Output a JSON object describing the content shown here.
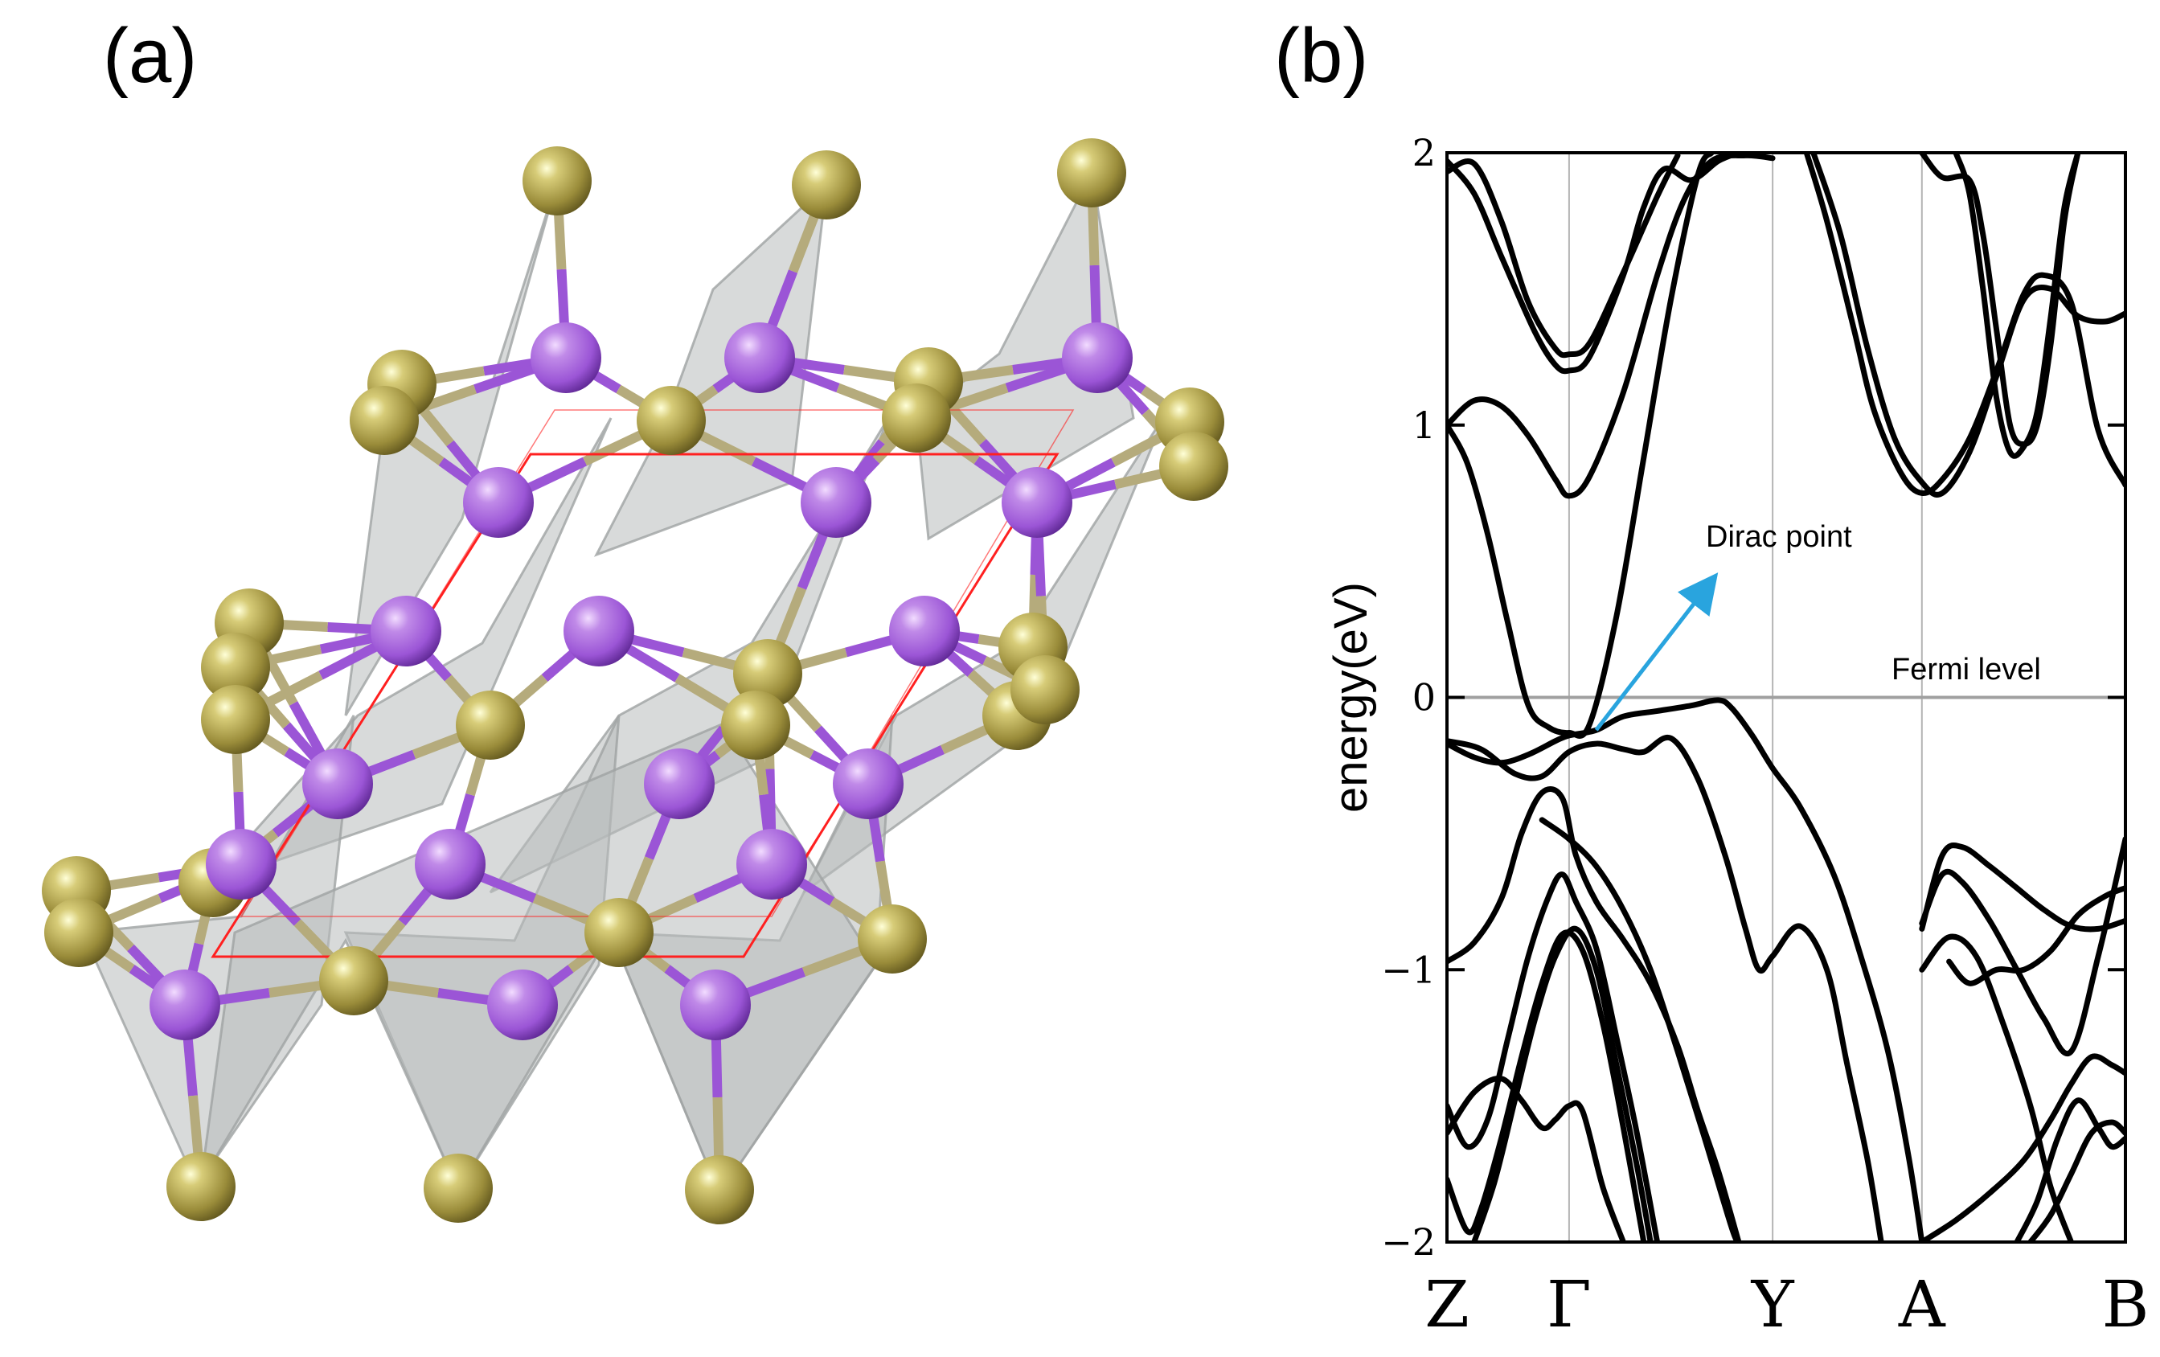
{
  "panels": {
    "a_label": "(a)",
    "b_label": "(b)"
  },
  "structure": {
    "colors": {
      "anion_atom": "#9a8c3a",
      "cation_atom": "#9b55d6",
      "polyhedron": "#b8bcbc",
      "unit_cell": "#ff2020"
    }
  },
  "chart_data": {
    "type": "line",
    "title": "",
    "xlabel": "",
    "ylabel": "energy(eV)",
    "ylim": [
      -2,
      2
    ],
    "yticks": [
      2,
      1,
      0,
      -1,
      -2
    ],
    "ytick_labels": [
      "2",
      "1",
      "0",
      "−1",
      "−2"
    ],
    "kpath_labels": [
      "Z",
      "Γ",
      "Y",
      "A",
      "B"
    ],
    "kpath_positions": [
      0.0,
      0.18,
      0.48,
      0.7,
      1.0
    ],
    "fermi_level": 0,
    "annotations": [
      {
        "text": "Dirac point",
        "target_k": 0.22,
        "target_e": -0.12
      },
      {
        "text": "Fermi level"
      }
    ],
    "colors": {
      "bands": "#000000",
      "fermi_line": "#a0a0a0",
      "arrow": "#29a4de"
    },
    "series": [
      {
        "points": [
          [
            0.0,
            1.0
          ],
          [
            0.04,
            1.09
          ],
          [
            0.08,
            1.07
          ],
          [
            0.12,
            0.96
          ],
          [
            0.16,
            0.8
          ],
          [
            0.18,
            0.74
          ],
          [
            0.21,
            0.81
          ],
          [
            0.26,
            1.12
          ],
          [
            0.31,
            1.55
          ],
          [
            0.35,
            1.83
          ],
          [
            0.39,
            1.97
          ],
          [
            0.44,
            1.99
          ],
          [
            0.48,
            1.98
          ]
        ]
      },
      {
        "points": [
          [
            0.0,
            1.93
          ],
          [
            0.04,
            1.96
          ],
          [
            0.08,
            1.75
          ],
          [
            0.12,
            1.45
          ],
          [
            0.16,
            1.28
          ],
          [
            0.18,
            1.26
          ],
          [
            0.21,
            1.3
          ],
          [
            0.26,
            1.56
          ],
          [
            0.31,
            1.84
          ],
          [
            0.34,
            1.99
          ]
        ]
      },
      {
        "points": [
          [
            0.0,
            1.97
          ],
          [
            0.04,
            1.85
          ],
          [
            0.08,
            1.62
          ],
          [
            0.13,
            1.34
          ],
          [
            0.16,
            1.22
          ],
          [
            0.18,
            1.2
          ],
          [
            0.21,
            1.25
          ],
          [
            0.26,
            1.55
          ],
          [
            0.29,
            1.8
          ],
          [
            0.32,
            1.94
          ],
          [
            0.36,
            1.9
          ],
          [
            0.4,
            1.97
          ],
          [
            0.43,
            2.0
          ]
        ]
      },
      {
        "points": [
          [
            0.0,
            1.0
          ],
          [
            0.03,
            0.86
          ],
          [
            0.06,
            0.6
          ],
          [
            0.09,
            0.27
          ],
          [
            0.12,
            -0.03
          ],
          [
            0.15,
            -0.11
          ],
          [
            0.18,
            -0.13
          ],
          [
            0.21,
            -0.1
          ],
          [
            0.25,
            0.3
          ],
          [
            0.29,
            0.88
          ],
          [
            0.33,
            1.46
          ],
          [
            0.37,
            1.92
          ],
          [
            0.39,
            2.0
          ]
        ]
      },
      {
        "points": [
          [
            0.0,
            -0.17
          ],
          [
            0.04,
            -0.22
          ],
          [
            0.08,
            -0.24
          ],
          [
            0.12,
            -0.21
          ],
          [
            0.16,
            -0.16
          ],
          [
            0.18,
            -0.14
          ],
          [
            0.22,
            -0.12
          ],
          [
            0.26,
            -0.07
          ],
          [
            0.31,
            -0.05
          ],
          [
            0.36,
            -0.03
          ],
          [
            0.4,
            -0.01
          ],
          [
            0.42,
            -0.04
          ],
          [
            0.45,
            -0.14
          ],
          [
            0.48,
            -0.26
          ],
          [
            0.52,
            -0.4
          ],
          [
            0.57,
            -0.65
          ],
          [
            0.61,
            -0.95
          ],
          [
            0.65,
            -1.3
          ],
          [
            0.68,
            -1.68
          ],
          [
            0.7,
            -2.0
          ]
        ]
      },
      {
        "points": [
          [
            0.0,
            -0.16
          ],
          [
            0.05,
            -0.19
          ],
          [
            0.1,
            -0.28
          ],
          [
            0.14,
            -0.29
          ],
          [
            0.18,
            -0.2
          ],
          [
            0.22,
            -0.17
          ],
          [
            0.26,
            -0.19
          ],
          [
            0.29,
            -0.2
          ],
          [
            0.33,
            -0.15
          ],
          [
            0.37,
            -0.3
          ],
          [
            0.41,
            -0.58
          ],
          [
            0.44,
            -0.85
          ],
          [
            0.46,
            -1.0
          ],
          [
            0.48,
            -0.95
          ],
          [
            0.52,
            -0.84
          ],
          [
            0.56,
            -1.0
          ],
          [
            0.59,
            -1.35
          ],
          [
            0.62,
            -1.7
          ],
          [
            0.64,
            -2.0
          ]
        ]
      },
      {
        "points": [
          [
            0.0,
            -0.97
          ],
          [
            0.04,
            -0.9
          ],
          [
            0.08,
            -0.74
          ],
          [
            0.11,
            -0.5
          ],
          [
            0.14,
            -0.35
          ],
          [
            0.17,
            -0.37
          ],
          [
            0.19,
            -0.58
          ],
          [
            0.22,
            -0.75
          ],
          [
            0.26,
            -0.89
          ],
          [
            0.3,
            -1.05
          ],
          [
            0.34,
            -1.28
          ],
          [
            0.37,
            -1.52
          ],
          [
            0.4,
            -1.74
          ],
          [
            0.43,
            -2.0
          ]
        ]
      },
      {
        "points": [
          [
            0.0,
            -1.5
          ],
          [
            0.03,
            -1.65
          ],
          [
            0.06,
            -1.55
          ],
          [
            0.09,
            -1.25
          ],
          [
            0.12,
            -0.95
          ],
          [
            0.15,
            -0.73
          ],
          [
            0.17,
            -0.65
          ],
          [
            0.19,
            -0.75
          ],
          [
            0.22,
            -0.92
          ],
          [
            0.25,
            -1.25
          ],
          [
            0.28,
            -1.6
          ],
          [
            0.31,
            -2.0
          ]
        ]
      },
      {
        "points": [
          [
            0.0,
            -1.6
          ],
          [
            0.04,
            -1.45
          ],
          [
            0.08,
            -1.4
          ],
          [
            0.11,
            -1.48
          ],
          [
            0.14,
            -1.58
          ],
          [
            0.16,
            -1.55
          ],
          [
            0.18,
            -1.5
          ],
          [
            0.2,
            -1.52
          ],
          [
            0.23,
            -1.8
          ],
          [
            0.26,
            -2.0
          ]
        ]
      },
      {
        "points": [
          [
            0.0,
            -1.77
          ],
          [
            0.03,
            -1.96
          ],
          [
            0.05,
            -1.88
          ],
          [
            0.08,
            -1.62
          ],
          [
            0.11,
            -1.32
          ],
          [
            0.14,
            -1.05
          ],
          [
            0.17,
            -0.87
          ],
          [
            0.2,
            -0.93
          ],
          [
            0.23,
            -1.2
          ],
          [
            0.26,
            -1.58
          ],
          [
            0.29,
            -2.0
          ]
        ]
      },
      {
        "points": [
          [
            0.04,
            -2.0
          ],
          [
            0.07,
            -1.78
          ],
          [
            0.1,
            -1.48
          ],
          [
            0.13,
            -1.18
          ],
          [
            0.16,
            -0.95
          ],
          [
            0.19,
            -0.85
          ],
          [
            0.22,
            -1.0
          ],
          [
            0.25,
            -1.35
          ],
          [
            0.28,
            -1.72
          ],
          [
            0.3,
            -2.0
          ]
        ]
      },
      {
        "points": [
          [
            0.14,
            -0.45
          ],
          [
            0.18,
            -0.52
          ],
          [
            0.22,
            -0.62
          ],
          [
            0.26,
            -0.78
          ],
          [
            0.3,
            -1.0
          ],
          [
            0.34,
            -1.3
          ],
          [
            0.38,
            -1.62
          ],
          [
            0.42,
            -1.95
          ],
          [
            0.43,
            -2.0
          ]
        ]
      },
      {
        "points": [
          [
            0.53,
            2.0
          ],
          [
            0.56,
            1.75
          ],
          [
            0.6,
            1.35
          ],
          [
            0.63,
            1.05
          ],
          [
            0.67,
            0.82
          ],
          [
            0.7,
            0.75
          ],
          [
            0.73,
            0.8
          ],
          [
            0.77,
            0.95
          ],
          [
            0.81,
            1.2
          ],
          [
            0.85,
            1.48
          ],
          [
            0.88,
            1.55
          ],
          [
            0.92,
            1.45
          ],
          [
            0.96,
            0.98
          ],
          [
            1.0,
            0.78
          ]
        ]
      },
      {
        "points": [
          [
            0.54,
            2.0
          ],
          [
            0.58,
            1.7
          ],
          [
            0.62,
            1.28
          ],
          [
            0.66,
            0.95
          ],
          [
            0.7,
            0.79
          ],
          [
            0.73,
            0.75
          ],
          [
            0.77,
            0.9
          ],
          [
            0.81,
            1.18
          ],
          [
            0.85,
            1.46
          ],
          [
            0.89,
            1.5
          ],
          [
            0.93,
            1.4
          ],
          [
            0.97,
            1.38
          ],
          [
            1.0,
            1.41
          ]
        ]
      },
      {
        "points": [
          [
            0.7,
            2.0
          ],
          [
            0.73,
            1.91
          ],
          [
            0.77,
            1.9
          ],
          [
            0.79,
            1.7
          ],
          [
            0.81,
            1.35
          ],
          [
            0.83,
            1.0
          ],
          [
            0.85,
            0.93
          ],
          [
            0.87,
            1.0
          ],
          [
            0.89,
            1.3
          ],
          [
            0.91,
            1.75
          ],
          [
            0.93,
            2.0
          ]
        ]
      },
      {
        "points": [
          [
            0.75,
            2.0
          ],
          [
            0.77,
            1.85
          ],
          [
            0.79,
            1.5
          ],
          [
            0.81,
            1.1
          ],
          [
            0.83,
            0.9
          ],
          [
            0.85,
            0.92
          ],
          [
            0.87,
            1.05
          ],
          [
            0.89,
            1.4
          ],
          [
            0.91,
            1.8
          ],
          [
            0.93,
            2.0
          ]
        ]
      },
      {
        "points": [
          [
            0.7,
            -0.85
          ],
          [
            0.73,
            -0.58
          ],
          [
            0.76,
            -0.55
          ],
          [
            0.8,
            -0.62
          ],
          [
            0.84,
            -0.7
          ],
          [
            0.88,
            -0.78
          ],
          [
            0.92,
            -0.84
          ],
          [
            0.96,
            -0.85
          ],
          [
            1.0,
            -0.82
          ]
        ]
      },
      {
        "points": [
          [
            0.7,
            -0.83
          ],
          [
            0.73,
            -0.65
          ],
          [
            0.76,
            -0.68
          ],
          [
            0.8,
            -0.82
          ],
          [
            0.84,
            -1.0
          ],
          [
            0.88,
            -1.18
          ],
          [
            0.92,
            -1.3
          ],
          [
            0.96,
            -0.95
          ],
          [
            1.0,
            -0.52
          ]
        ]
      },
      {
        "points": [
          [
            0.7,
            -1.0
          ],
          [
            0.74,
            -0.88
          ],
          [
            0.78,
            -0.95
          ],
          [
            0.82,
            -1.2
          ],
          [
            0.86,
            -1.5
          ],
          [
            0.89,
            -1.8
          ],
          [
            0.92,
            -2.0
          ]
        ]
      },
      {
        "points": [
          [
            0.74,
            -0.97
          ],
          [
            0.77,
            -1.05
          ],
          [
            0.81,
            -1.0
          ],
          [
            0.85,
            -1.0
          ],
          [
            0.89,
            -0.93
          ],
          [
            0.93,
            -0.8
          ],
          [
            0.97,
            -0.73
          ],
          [
            1.0,
            -0.7
          ]
        ]
      },
      {
        "points": [
          [
            0.7,
            -2.0
          ],
          [
            0.75,
            -1.92
          ],
          [
            0.8,
            -1.82
          ],
          [
            0.85,
            -1.7
          ],
          [
            0.89,
            -1.55
          ],
          [
            0.92,
            -1.42
          ],
          [
            0.95,
            -1.32
          ],
          [
            0.98,
            -1.35
          ],
          [
            1.0,
            -1.38
          ]
        ]
      },
      {
        "points": [
          [
            0.84,
            -2.0
          ],
          [
            0.87,
            -1.85
          ],
          [
            0.9,
            -1.62
          ],
          [
            0.93,
            -1.48
          ],
          [
            0.96,
            -1.58
          ],
          [
            0.98,
            -1.65
          ],
          [
            1.0,
            -1.62
          ]
        ]
      },
      {
        "points": [
          [
            0.86,
            -2.0
          ],
          [
            0.89,
            -1.9
          ],
          [
            0.92,
            -1.75
          ],
          [
            0.95,
            -1.6
          ],
          [
            0.98,
            -1.56
          ],
          [
            1.0,
            -1.6
          ]
        ]
      }
    ]
  }
}
